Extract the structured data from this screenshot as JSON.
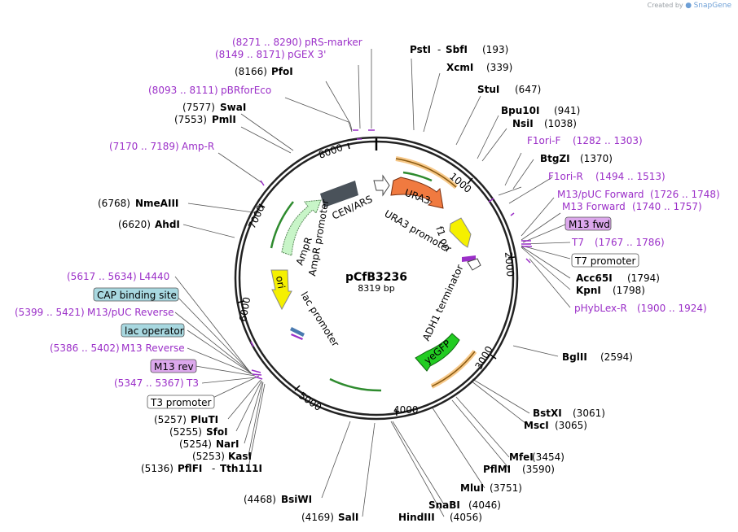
{
  "credit": {
    "prefix": "Created by",
    "brand": "SnapGene"
  },
  "plasmid": {
    "name": "pCfB3236",
    "size": "8319 bp"
  },
  "ticks": [
    "1000",
    "2000",
    "3000",
    "4000",
    "5000",
    "6000",
    "7000",
    "8000"
  ],
  "enzymes": [
    {
      "name": "PstI",
      "name2": "SbfI",
      "pos": "(193)"
    },
    {
      "name": "XcmI",
      "pos": "(339)"
    },
    {
      "name": "StuI",
      "pos": "(647)"
    },
    {
      "name": "Bpu10I",
      "pos": "(941)"
    },
    {
      "name": "NsiI",
      "pos": "(1038)"
    },
    {
      "name": "BtgZI",
      "pos": "(1370)"
    },
    {
      "name": "Acc65I",
      "pos": "(1794)"
    },
    {
      "name": "KpnI",
      "pos": "(1798)"
    },
    {
      "name": "BglII",
      "pos": "(2594)"
    },
    {
      "name": "BstXI",
      "pos": "(3061)"
    },
    {
      "name": "MscI",
      "pos": "(3065)"
    },
    {
      "name": "MfeI",
      "pos": "(3454)"
    },
    {
      "name": "PflMI",
      "pos": "(3590)"
    },
    {
      "name": "MluI",
      "pos": "(3751)"
    },
    {
      "name": "SnaBI",
      "pos": "(4046)"
    },
    {
      "name": "HindIII",
      "pos": "(4056)"
    },
    {
      "name": "SalI",
      "pos": "(4169)"
    },
    {
      "name": "BsiWI",
      "pos": "(4468)"
    },
    {
      "name": "PflFI",
      "name2": "Tth111I",
      "pos": "(5136)"
    },
    {
      "name": "KasI",
      "pos": "(5253)"
    },
    {
      "name": "NarI",
      "pos": "(5254)"
    },
    {
      "name": "SfoI",
      "pos": "(5255)"
    },
    {
      "name": "PluTI",
      "pos": "(5257)"
    },
    {
      "name": "AhdI",
      "pos": "(6620)"
    },
    {
      "name": "NmeAIII",
      "pos": "(6768)"
    },
    {
      "name": "PmlI",
      "pos": "(7553)"
    },
    {
      "name": "SwaI",
      "pos": "(7577)"
    },
    {
      "name": "PfoI",
      "pos": "(8166)"
    }
  ],
  "primers": [
    {
      "name": "pRS-marker",
      "range": "(8271 .. 8290)"
    },
    {
      "name": "pGEX 3'",
      "range": "(8149 .. 8171)"
    },
    {
      "name": "pBRforEco",
      "range": "(8093 .. 8111)"
    },
    {
      "name": "Amp-R",
      "range": "(7170 .. 7189)"
    },
    {
      "name": "F1ori-F",
      "range": "(1282 .. 1303)"
    },
    {
      "name": "F1ori-R",
      "range": "(1494 .. 1513)"
    },
    {
      "name": "M13/pUC Forward",
      "range": "(1726 .. 1748)"
    },
    {
      "name": "M13 Forward",
      "range": "(1740 .. 1757)"
    },
    {
      "name": "T7",
      "range": "(1767 .. 1786)"
    },
    {
      "name": "pHybLex-R",
      "range": "(1900 .. 1924)"
    },
    {
      "name": "L4440",
      "range": "(5617 .. 5634)"
    },
    {
      "name": "M13/pUC Reverse",
      "range": "(5399 .. 5421)"
    },
    {
      "name": "M13 Reverse",
      "range": "(5386 .. 5402)"
    },
    {
      "name": "T3",
      "range": "(5347 .. 5367)"
    }
  ],
  "tags": [
    {
      "text": "M13 fwd",
      "fill": "#dca8ec"
    },
    {
      "text": "T7 promoter",
      "fill": "#ffffff"
    },
    {
      "text": "CAP binding site",
      "fill": "#a8d8e0"
    },
    {
      "text": "lac operator",
      "fill": "#a8d8e0"
    },
    {
      "text": "M13 rev",
      "fill": "#dca8ec"
    },
    {
      "text": "T3 promoter",
      "fill": "#ffffff"
    }
  ],
  "features": {
    "ura3": "URA3",
    "ura3_promoter": "URA3 promoter",
    "f1_ori": "f1 ori",
    "cen_ars": "CEN/ARS",
    "ampr": "AmpR",
    "ampr_promoter": "AmpR promoter",
    "ori": "ori",
    "lac_promoter": "lac promoter",
    "adh1_terminator": "ADH1 terminator",
    "yegfp": "yeGFP"
  },
  "colors": {
    "backbone": "#222222",
    "primer": "#9b2fc8",
    "ura3": "#f07a40",
    "f1_ori": "#f5f000",
    "ori": "#f5f000",
    "yegfp": "#22cc22",
    "ampr": "#c8f5c8",
    "cen_ars": "#4a525a",
    "orf_fill": "#f7c98a",
    "orf_edge": "#8a5a10",
    "orf_green": "#2e8b2e"
  }
}
